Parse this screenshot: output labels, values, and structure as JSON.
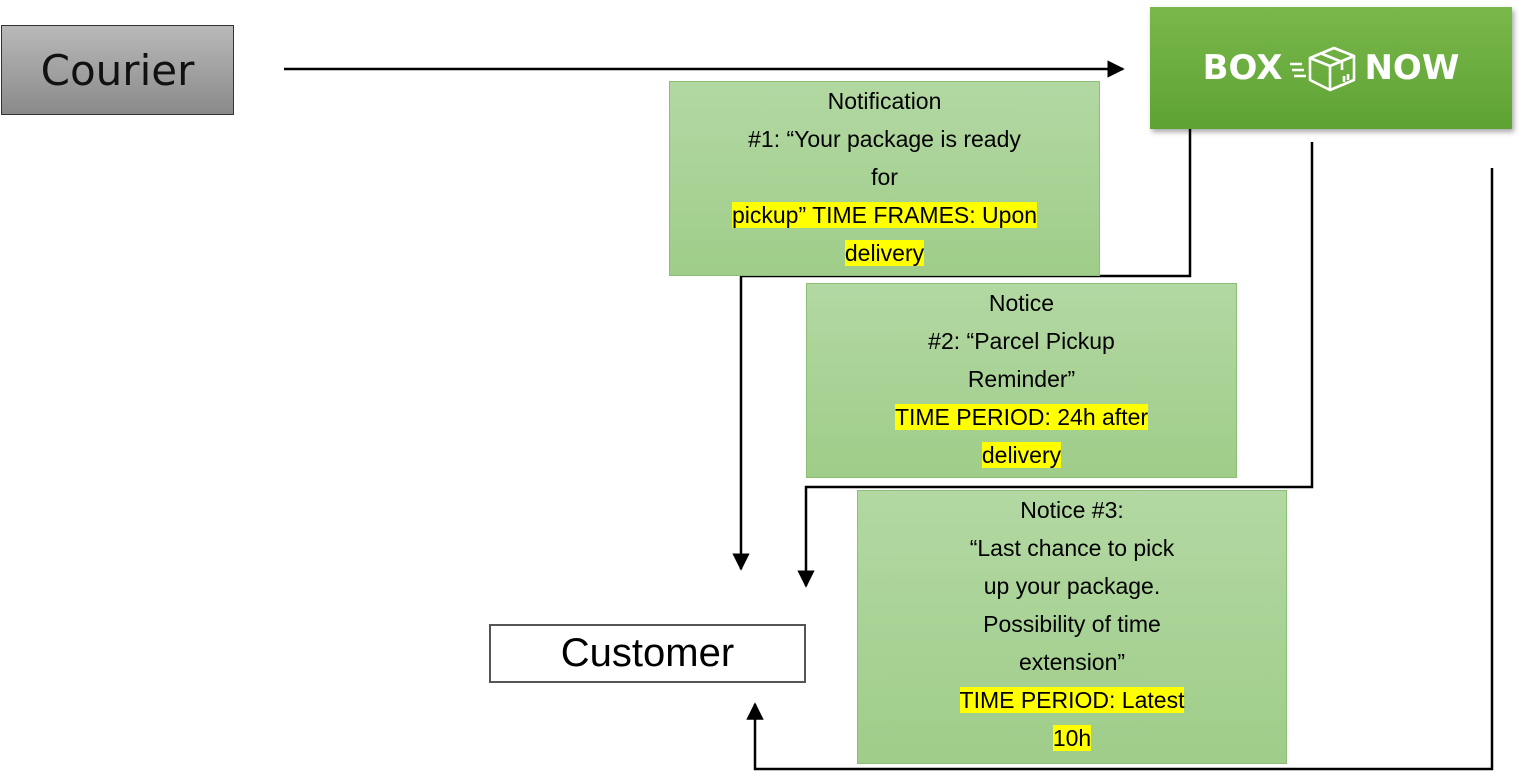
{
  "nodes": {
    "courier": "Courier",
    "customer": "Customer",
    "logo": {
      "left_text": "BOX",
      "right_text": "NOW",
      "icon": "package-box-icon",
      "color": "#6aad3d"
    }
  },
  "notifications": [
    {
      "lines": [
        "Notification",
        "#1: “Your package is ready",
        "for",
        "pickup” TIME FRAMES: Upon",
        "delivery"
      ],
      "highlighted_from_line": 3
    },
    {
      "lines": [
        "Notice",
        "#2: “Parcel Pickup",
        "Reminder”",
        "TIME PERIOD: 24h after",
        "delivery"
      ],
      "highlighted_from_line": 3
    },
    {
      "lines": [
        "Notice #3:",
        "“Last chance to pick",
        "up your package.",
        "Possibility of time",
        "extension”",
        "TIME PERIOD: Latest",
        "10h"
      ],
      "highlighted_from_line": 5
    }
  ],
  "colors": {
    "note_green": "#a8d396",
    "highlight": "#ffff00",
    "logo_green": "#6aad3d"
  }
}
